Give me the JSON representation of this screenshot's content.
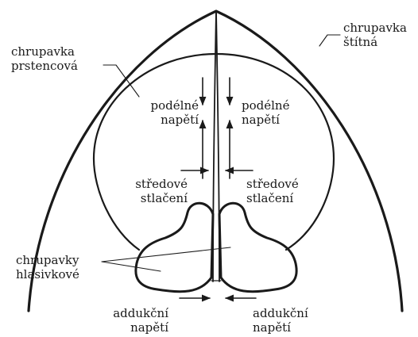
{
  "labels": {
    "thyroid": [
      "chrupavka",
      "štítná"
    ],
    "cricoid": [
      "chrupavka",
      "prstencová"
    ],
    "long_left": [
      "podélné",
      "napětí"
    ],
    "long_right": [
      "podélné",
      "napětí"
    ],
    "medial_left": [
      "středové",
      "stlačení"
    ],
    "medial_right": [
      "středové",
      "stlačení"
    ],
    "arytenoid": [
      "chrupavky",
      "hlasivkové"
    ],
    "add_left": [
      "addukční",
      "napětí"
    ],
    "add_right": [
      "addukční",
      "napětí"
    ]
  },
  "colors": {
    "ink": "#1a1a1a",
    "background": "#ffffff"
  }
}
